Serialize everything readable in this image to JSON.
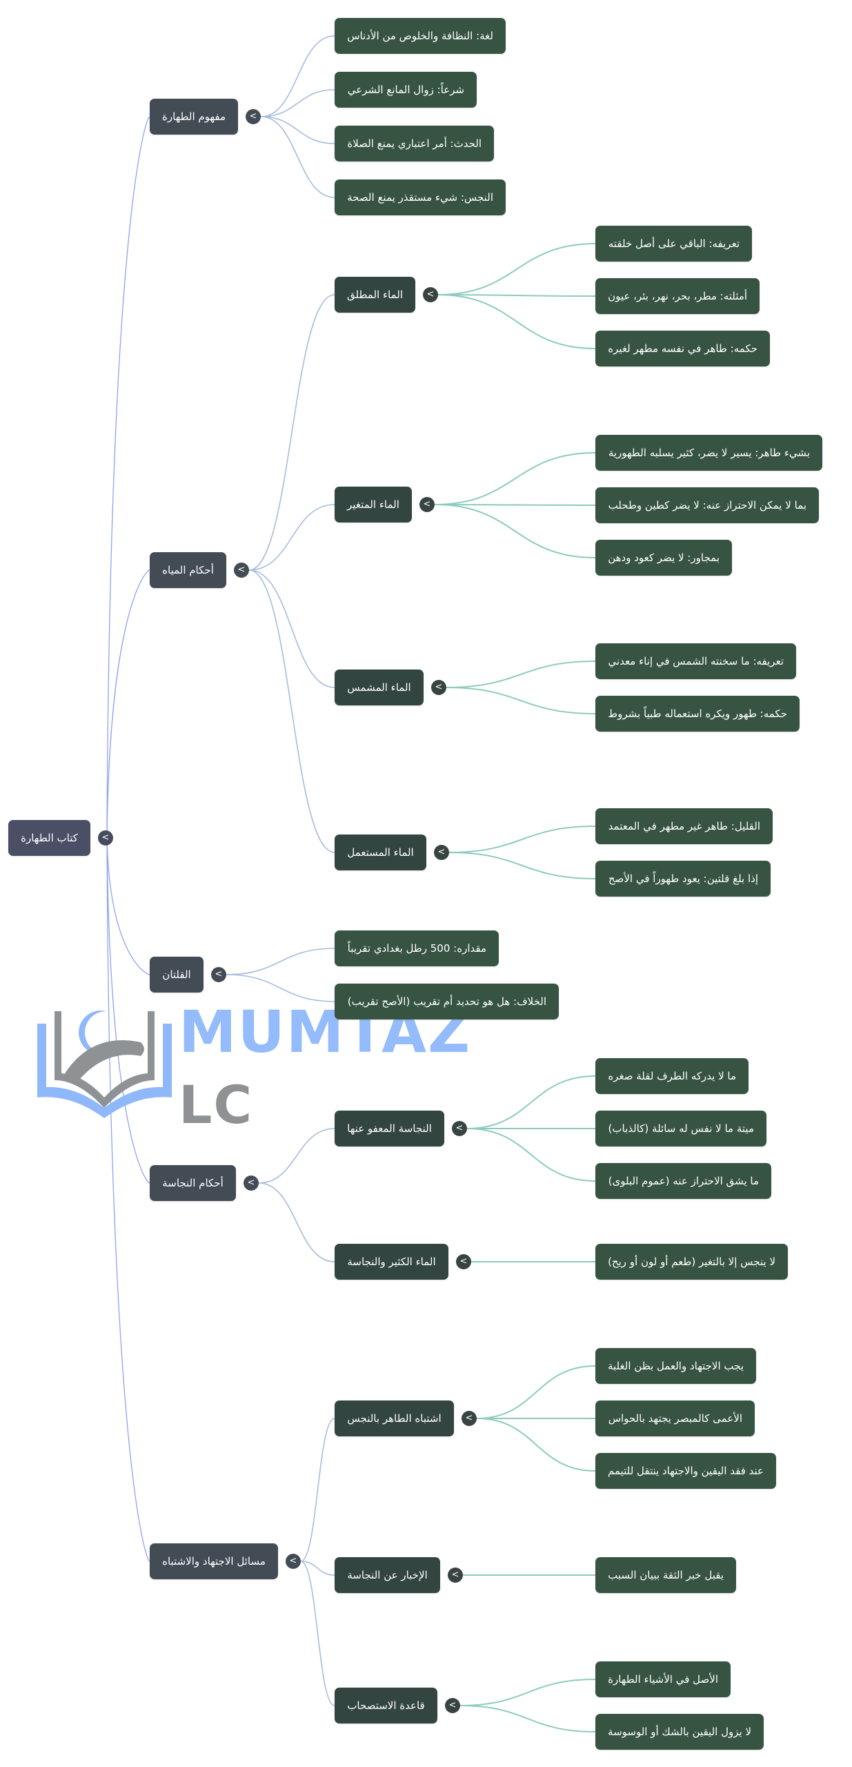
{
  "mindmap": {
    "root": {
      "label": "كتاب الطهارة",
      "toggle": "<"
    },
    "branches": [
      {
        "label": "مفهوم الطهارة",
        "children": [
          {
            "label": "لغة: النظافة والخلوص من الأدناس"
          },
          {
            "label": "شرعاً: زوال المانع الشرعي"
          },
          {
            "label": "الحدث: أمر اعتباري يمنع الصلاة"
          },
          {
            "label": "النجس: شيء مستقذر يمنع الصحة"
          }
        ]
      },
      {
        "label": "أحكام المياه",
        "children": [
          {
            "label": "الماء المطلق",
            "children": [
              {
                "label": "تعريفه: الباقي على أصل خلقته"
              },
              {
                "label": "أمثلته: مطر، بحر، نهر، بئر، عيون"
              },
              {
                "label": "حكمه: طاهر في نفسه مطهر لغيره"
              }
            ]
          },
          {
            "label": "الماء المتغير",
            "children": [
              {
                "label": "بشيء طاهر: يسير لا يضر، كثير يسلبه الطهورية"
              },
              {
                "label": "بما لا يمكن الاحتراز عنه: لا يضر كطين وطحلب"
              },
              {
                "label": "بمجاور: لا يضر كعود ودهن"
              }
            ]
          },
          {
            "label": "الماء المشمس",
            "children": [
              {
                "label": "تعريفه: ما سخنته الشمس في إناء معدني"
              },
              {
                "label": "حكمه: طهور ويكره استعماله طبياً بشروط"
              }
            ]
          },
          {
            "label": "الماء المستعمل",
            "children": [
              {
                "label": "القليل: طاهر غير مطهر في المعتمد"
              },
              {
                "label": "إذا بلغ قلتين: يعود طهوراً في الأصح"
              }
            ]
          }
        ]
      },
      {
        "label": "القلتان",
        "children": [
          {
            "label": "مقداره: 500 رطل بغدادي تقريباً"
          },
          {
            "label": "الخلاف: هل هو تحديد أم تقريب (الأصح تقريب)"
          }
        ]
      },
      {
        "label": "أحكام النجاسة",
        "children": [
          {
            "label": "النجاسة المعفو عنها",
            "children": [
              {
                "label": "ما لا يدركه الطرف لقلة صغره"
              },
              {
                "label": "ميتة ما لا نفس له سائلة (كالذباب)"
              },
              {
                "label": "ما يشق الاحتراز عنه (عموم البلوى)"
              }
            ]
          },
          {
            "label": "الماء الكثير والنجاسة",
            "children": [
              {
                "label": "لا ينجس إلا بالتغير (طعم أو لون أو ريح)"
              }
            ]
          }
        ]
      },
      {
        "label": "مسائل الاجتهاد والاشتباه",
        "children": [
          {
            "label": "اشتباه الطاهر بالنجس",
            "children": [
              {
                "label": "يجب الاجتهاد والعمل بظن الغلبة"
              },
              {
                "label": "الأعمى كالمبصر يجتهد بالحواس"
              },
              {
                "label": "عند فقد اليقين والاجتهاد ينتقل للتيمم"
              }
            ]
          },
          {
            "label": "الإخبار عن النجاسة",
            "children": [
              {
                "label": "يقبل خبر الثقة ببيان السبب"
              }
            ]
          },
          {
            "label": "قاعدة الاستصحاب",
            "children": [
              {
                "label": "الأصل في الأشياء الطهارة"
              },
              {
                "label": "لا يزول اليقين بالشك أو الوسوسة"
              }
            ]
          }
        ]
      }
    ],
    "toggle_symbol": "<"
  },
  "watermark": {
    "line1": "MUMTAZ",
    "line2": "LC"
  },
  "colors": {
    "root_node": "#4b4f66",
    "branch_node": "#434b55",
    "sub_node": "#334540",
    "leaf_node": "#375443",
    "root_edge": "#8fa2f2",
    "branch_edge": "#a6bcdc",
    "leaf_edge": "#8ccbbd",
    "watermark_blue": "#8fb8fb",
    "watermark_gray": "#8f9294"
  }
}
